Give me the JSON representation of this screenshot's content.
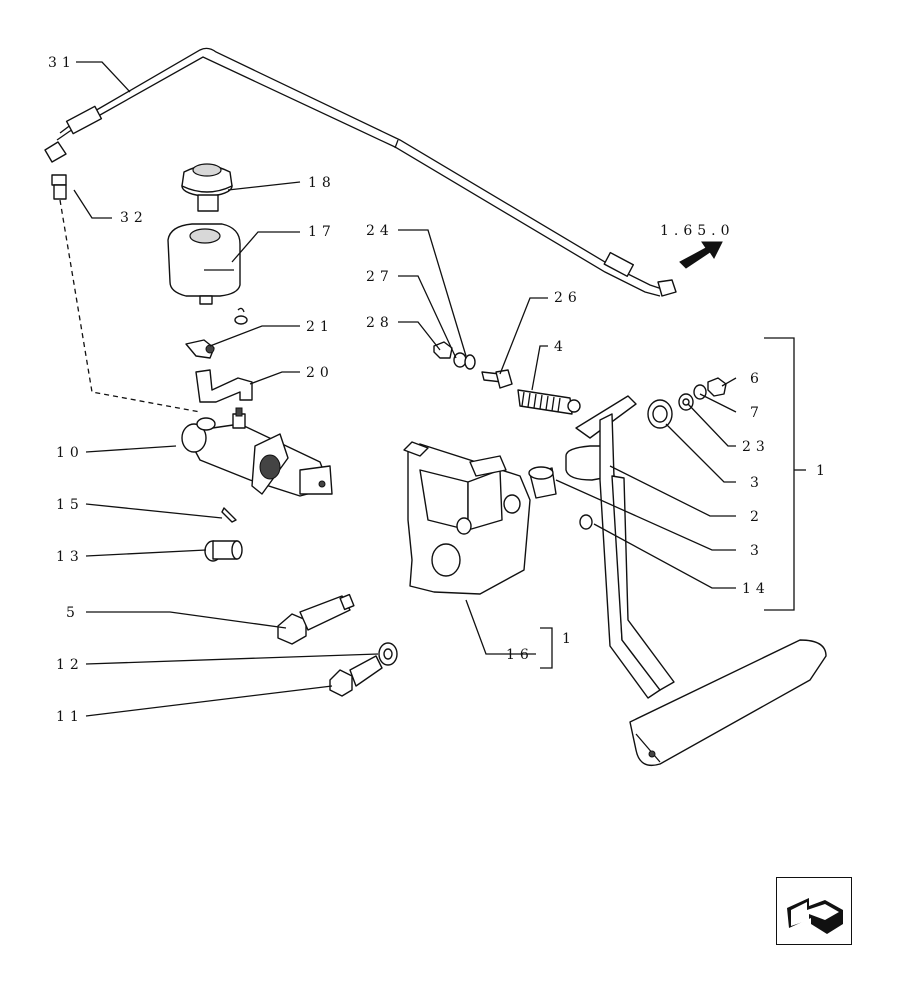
{
  "callouts": {
    "c31": "31",
    "c32": "32",
    "c18": "18",
    "c17": "17",
    "c24": "24",
    "c27": "27",
    "c28": "28",
    "c26": "26",
    "c4": "4",
    "c21": "21",
    "c20": "20",
    "c10": "10",
    "c15": "15",
    "c13": "13",
    "c5": "5",
    "c12": "12",
    "c11": "11",
    "c6": "6",
    "c7": "7",
    "c23": "23",
    "c3a": "3",
    "c2": "2",
    "c3b": "3",
    "c14": "14",
    "c1": "1",
    "c16": "16",
    "c16_group": "1"
  },
  "reference": "1.65.0",
  "icons": {
    "nav": "return-arrow-icon"
  }
}
